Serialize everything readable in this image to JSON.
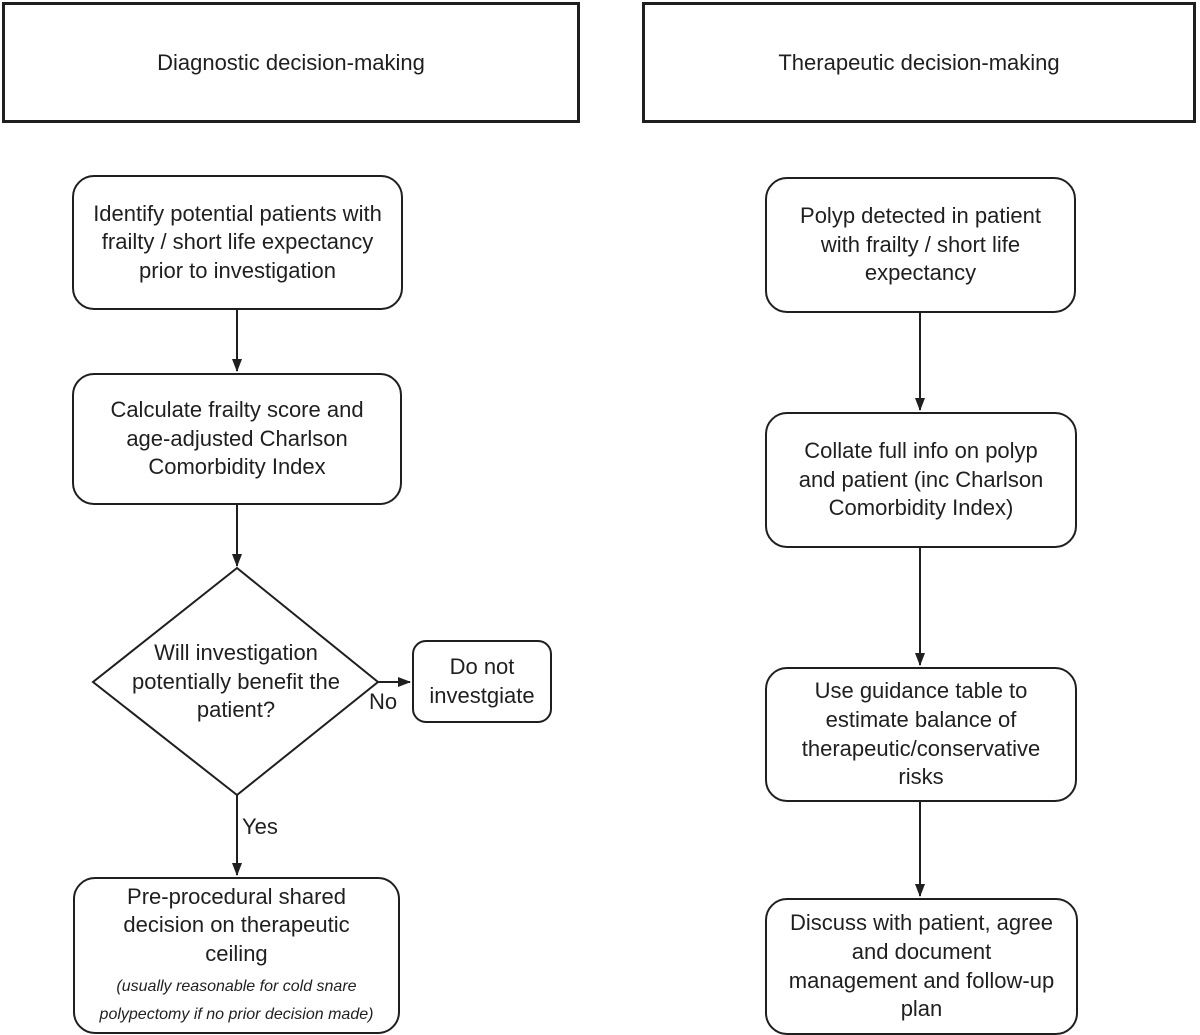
{
  "left": {
    "header": "Diagnostic decision-making",
    "node_identify": "Identify potential patients with\nfrailty / short life expectancy\nprior to investigation",
    "node_calculate": "Calculate frailty score and\nage-adjusted Charlson\nComorbidity Index",
    "decision_question": "Will investigation\npotentially benefit the\npatient?",
    "label_no": "No",
    "label_yes": "Yes",
    "node_do_not_investigate": "Do not\ninvestgiate",
    "node_preprocedural": "Pre-procedural shared\ndecision on therapeutic\nceiling",
    "node_preprocedural_note": "(usually reasonable for cold snare\npolypectomy if no prior decision made)"
  },
  "right": {
    "header": "Therapeutic decision-making",
    "node_polyp": "Polyp detected in patient\nwith frailty / short life\nexpectancy",
    "node_collate": "Collate full info on polyp\nand patient (inc Charlson\nComorbidity Index)",
    "node_guidance": "Use guidance table to\nestimate balance of\ntherapeutic/conservative\nrisks",
    "node_discuss": "Discuss with patient, agree\nand document\nmanagement and follow-up\nplan"
  }
}
